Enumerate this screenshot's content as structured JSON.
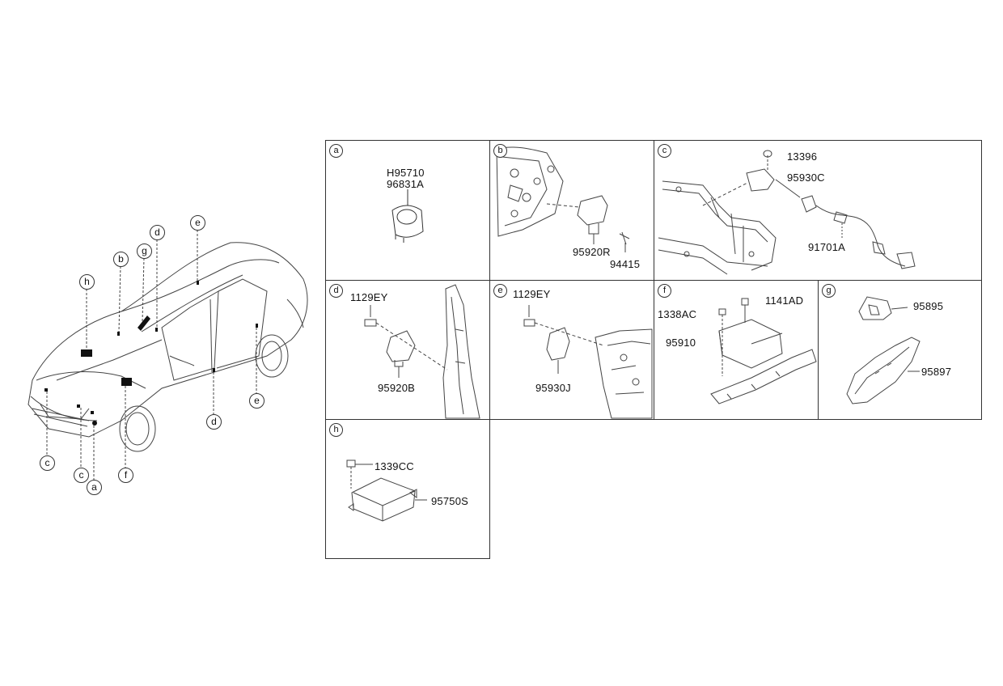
{
  "car_callouts": {
    "a": "a",
    "b": "b",
    "c1": "c",
    "c2": "c",
    "d1": "d",
    "d2": "d",
    "e1": "e",
    "e2": "e",
    "f": "f",
    "g": "g",
    "h": "h"
  },
  "panels": {
    "a": {
      "letter": "a",
      "parts": [
        "H95710",
        "96831A"
      ]
    },
    "b": {
      "letter": "b",
      "parts": [
        "95920R",
        "94415"
      ]
    },
    "c": {
      "letter": "c",
      "parts": [
        "13396",
        "95930C",
        "91701A"
      ]
    },
    "d": {
      "letter": "d",
      "parts": [
        "1129EY",
        "95920B"
      ]
    },
    "e": {
      "letter": "e",
      "parts": [
        "1129EY",
        "95930J"
      ]
    },
    "f": {
      "letter": "f",
      "parts": [
        "1338AC",
        "1141AD",
        "95910"
      ]
    },
    "g": {
      "letter": "g",
      "parts": [
        "95895",
        "95897"
      ]
    },
    "h": {
      "letter": "h",
      "parts": [
        "1339CC",
        "95750S"
      ]
    }
  }
}
